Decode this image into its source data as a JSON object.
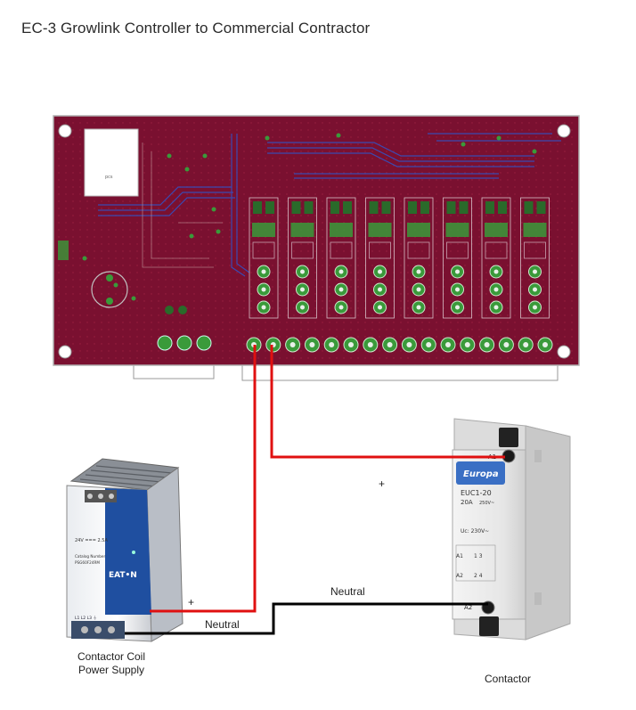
{
  "title": "EC-3 Growlink Controller to Commercial Contractor",
  "labels": {
    "plus_top": "+",
    "plus_bottom": "+",
    "neutral_top": "Neutral",
    "neutral_bottom": "Neutral",
    "power_supply_line1": "Contactor Coil",
    "power_supply_line2": "Power Supply",
    "contactor": "Contactor"
  },
  "power_supply": {
    "brand": "EAT•N",
    "rating": "24V === 2.5A",
    "catalog_label": "Catalog Number",
    "catalog_number": "PSG60F24RM",
    "terminals": "L1  L2  L3  ⏚"
  },
  "contactor_device": {
    "brand": "Europa",
    "model": "EUC1-20",
    "rating": "20A",
    "voltage": "250V~",
    "coil": "Uc: 230V~",
    "terminal_a1": "A1",
    "terminal_a2": "A2",
    "contacts_top": "1  3",
    "contacts_bottom": "2  4"
  },
  "pcb": {
    "relay_count": 8,
    "terminal_count": 16
  },
  "colors": {
    "pcb": "#7a1030",
    "wire_positive": "#e01010",
    "wire_neutral": "#000000",
    "ps_blue": "#1f4fa0"
  }
}
